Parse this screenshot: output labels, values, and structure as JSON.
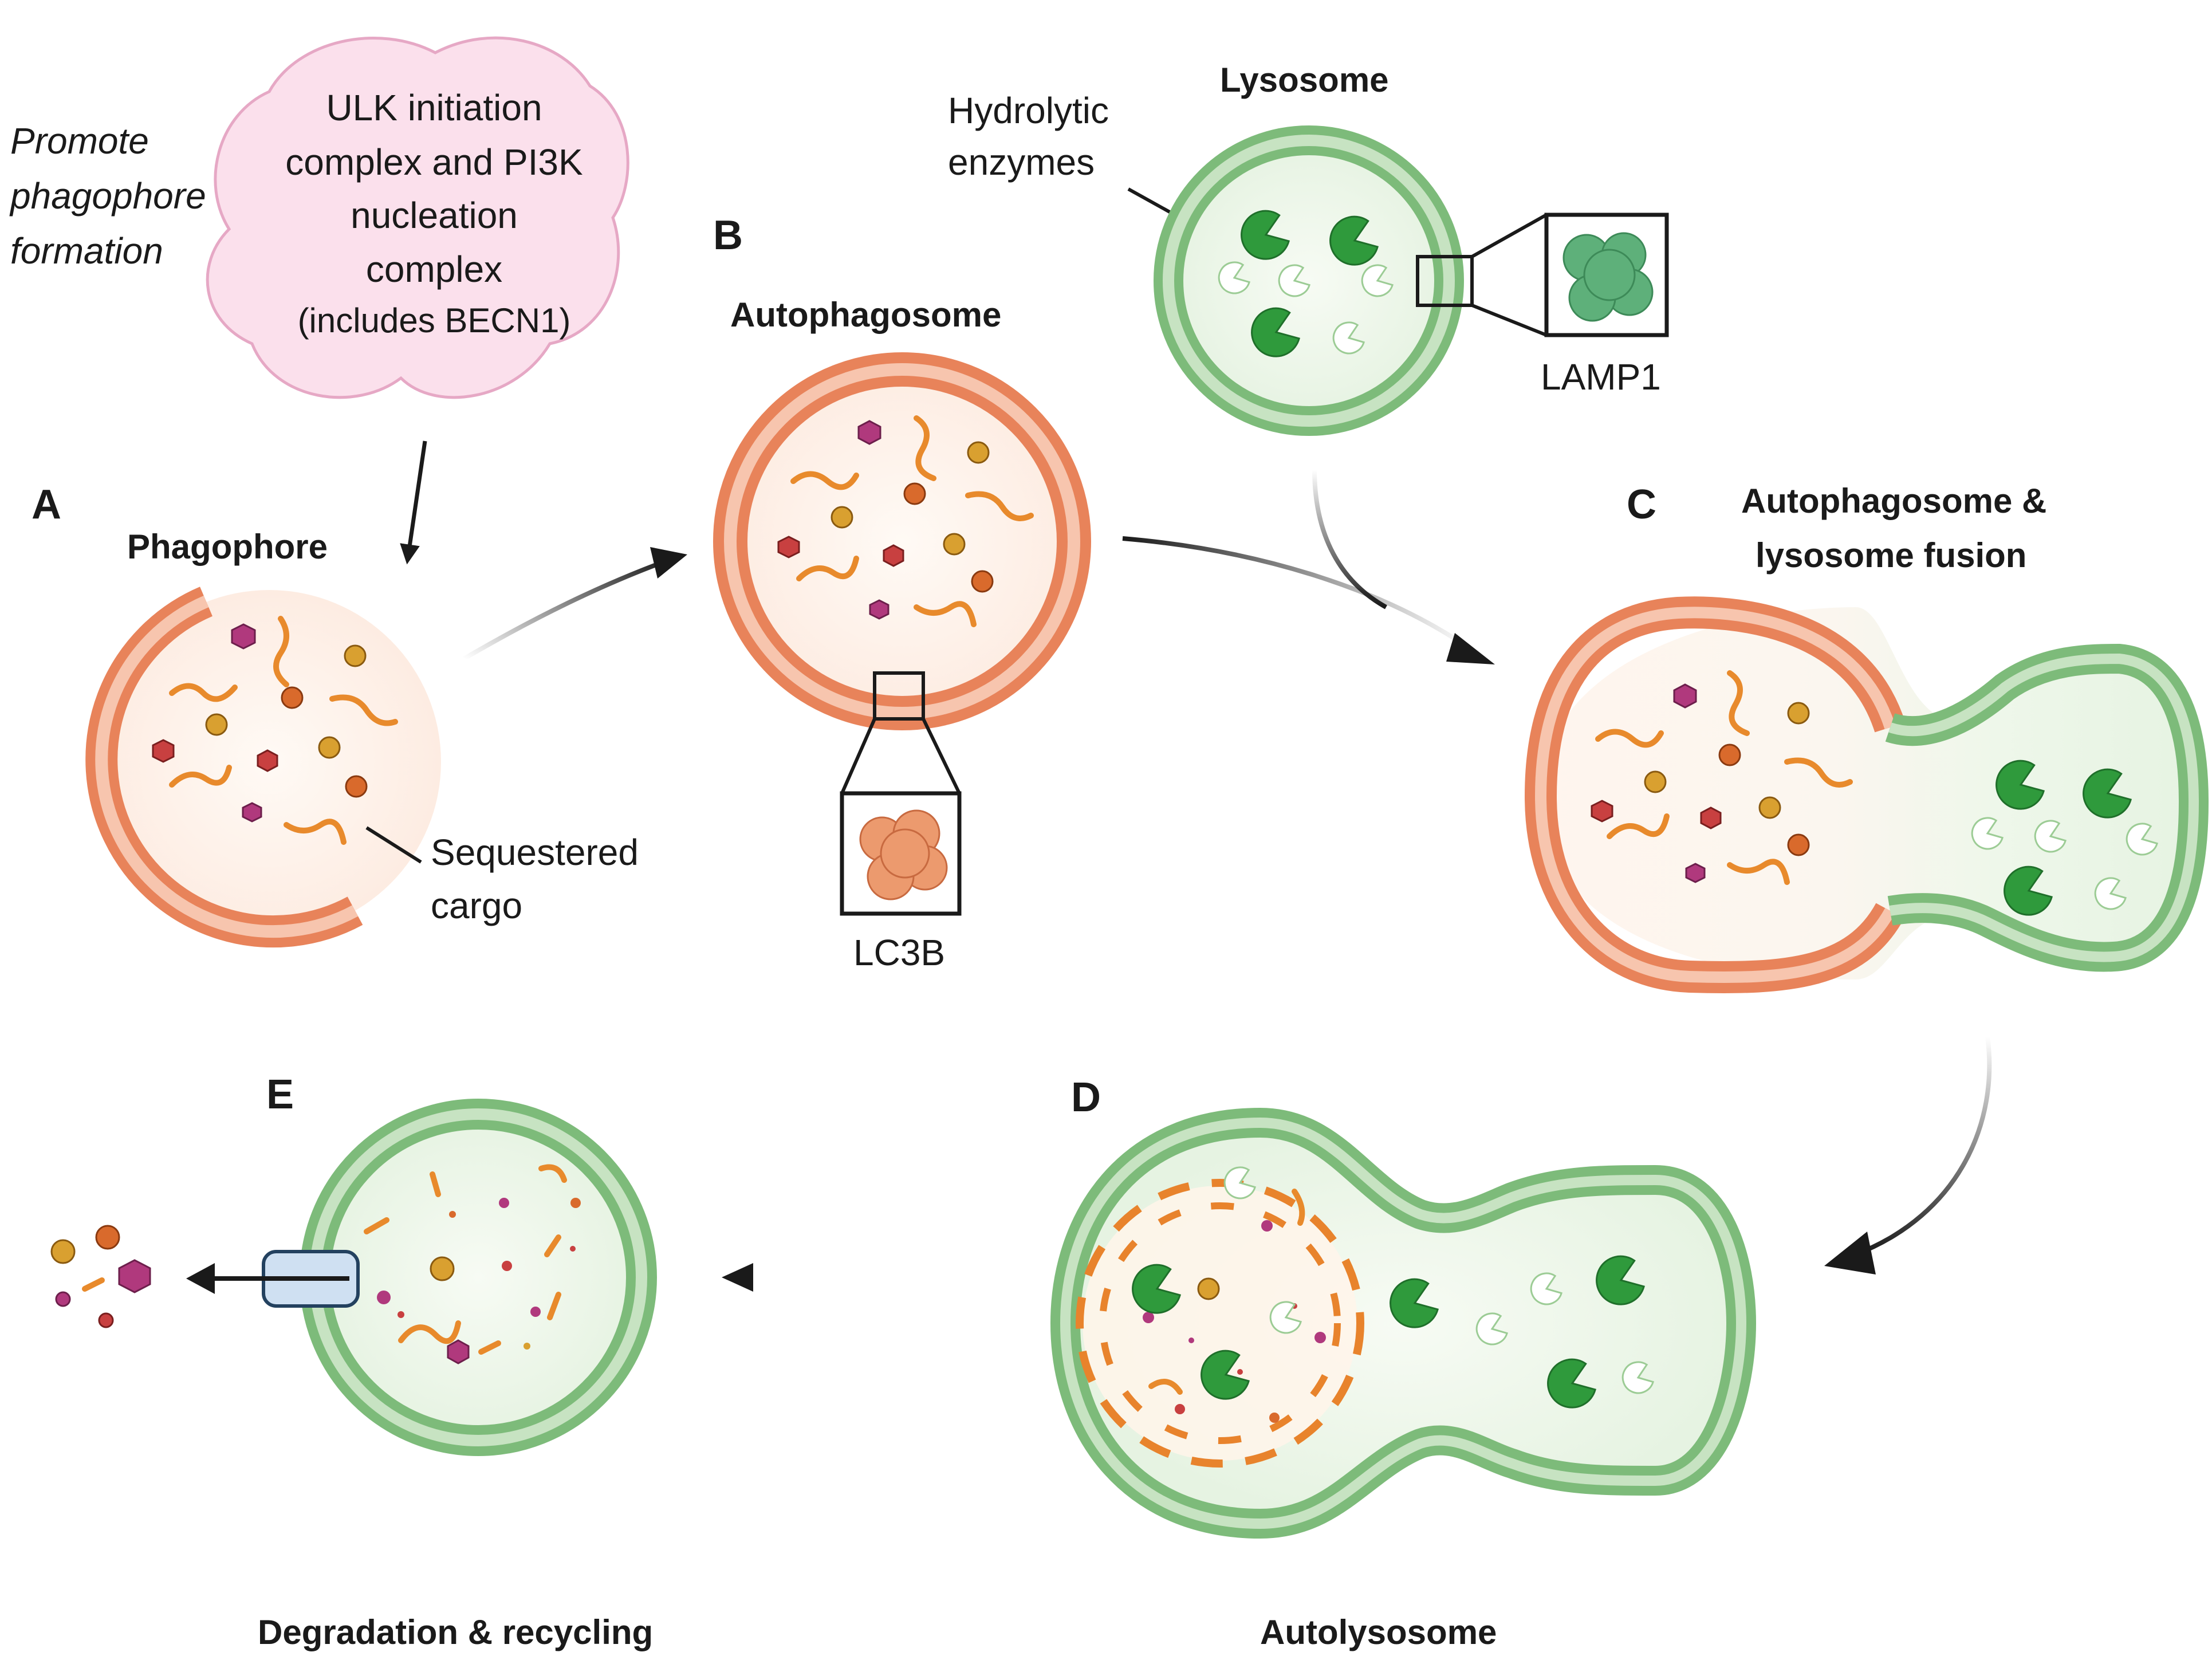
{
  "panels": {
    "a": {
      "letter": "A",
      "title": "Phagophore"
    },
    "b": {
      "letter": "B",
      "title": "Autophagosome"
    },
    "c": {
      "letter": "C",
      "title_line1": "Autophagosome &",
      "title_line2": "lysosome fusion"
    },
    "d": {
      "letter": "D",
      "title": "Autolysosome"
    },
    "e": {
      "letter": "E",
      "title": "Degradation & recycling"
    }
  },
  "initiation": {
    "side_label": [
      "Promote",
      "phagophore",
      "formation"
    ],
    "complex_text": [
      "ULK initiation",
      "complex and PI3K",
      "nucleation",
      "complex",
      "(includes BECN1)"
    ]
  },
  "lysosome": {
    "title": "Lysosome",
    "enzymes_label": [
      "Hydrolytic",
      "enzymes"
    ],
    "marker": "LAMP1"
  },
  "autophagosome": {
    "marker": "LC3B"
  },
  "phagophore": {
    "cargo_label": [
      "Sequestered",
      "cargo"
    ]
  },
  "colors": {
    "autophagosome_membrane": "#e8835a",
    "autophagosome_membrane_inner": "#f7c5ae",
    "lysosome_membrane": "#7dbb7a",
    "lysosome_membrane_inner": "#c7e3c2",
    "enzyme": "#2f9a3c",
    "cargo_purple": "#b0397d",
    "cargo_red": "#c84040",
    "cargo_orange": "#d96a2c",
    "cargo_gold": "#d9a030",
    "complex_fill": "#fbe0ec",
    "transporter": "#cfe0f2"
  }
}
